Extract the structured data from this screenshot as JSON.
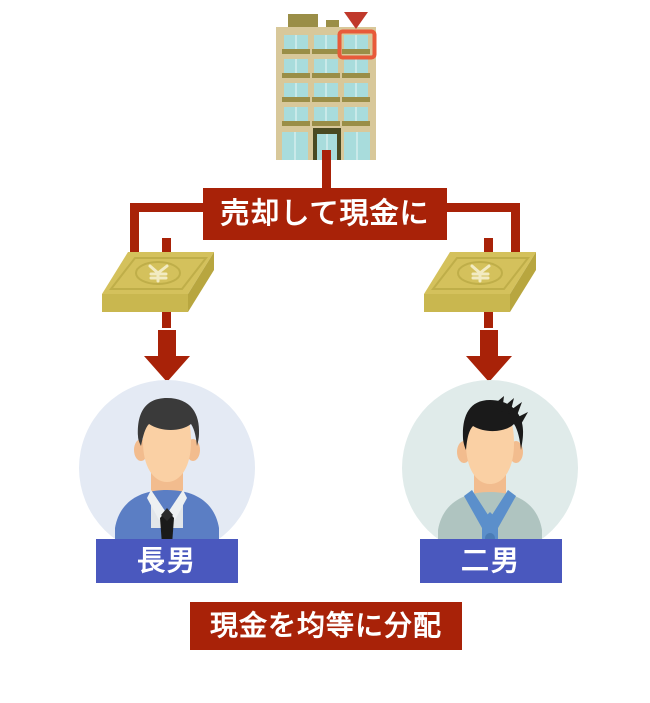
{
  "diagram": {
    "title_banner": {
      "label": "売却して現金に",
      "color": "#A82208",
      "text_color": "#FFFFFF"
    },
    "bottom_banner": {
      "label": "現金を均等に分配",
      "color": "#A82208",
      "text_color": "#FFFFFF"
    },
    "source_node": {
      "name": "apartment-building",
      "icon": "building-icon",
      "marker": "location-pin-marker",
      "highlight": "highlighted-unit-box",
      "wall_color": "#D8C89A",
      "window_color": "#A8DCDC",
      "sill_color": "#9A8E47",
      "marker_color": "#C0392B",
      "highlight_color": "#E85A3A",
      "floors": 5,
      "units_per_floor": 3
    },
    "assets": [
      {
        "name": "money-bundle-left",
        "icon": "cash-bundle-icon",
        "symbol": "¥",
        "top_color": "#D4C15C",
        "face_color": "#C9B74F",
        "side_color": "#B8A63F"
      },
      {
        "name": "money-bundle-right",
        "icon": "cash-bundle-icon",
        "symbol": "¥",
        "top_color": "#D4C15C",
        "face_color": "#C9B74F",
        "side_color": "#B8A63F"
      }
    ],
    "heirs": [
      {
        "label": "長男",
        "avatar_name": "avatar-eldest-son",
        "circle_color": "#E4EAF4",
        "skin_color": "#FAD0A4",
        "hair_color": "#3A3A3A",
        "clothing_color": "#5B7EC4",
        "shirt_color": "#E2E6EA",
        "tie_color": "#1A1A1A",
        "label_color": "#4A58BE"
      },
      {
        "label": "二男",
        "avatar_name": "avatar-second-son",
        "circle_color": "#E0EBEA",
        "skin_color": "#FAD0A4",
        "hair_color": "#1A1A1A",
        "clothing_color": "#AFC4C0",
        "collar_color": "#5B8FCB",
        "label_color": "#4A58BE"
      }
    ],
    "connectors": {
      "color": "#A82208",
      "arrow_color": "#A82208"
    }
  }
}
